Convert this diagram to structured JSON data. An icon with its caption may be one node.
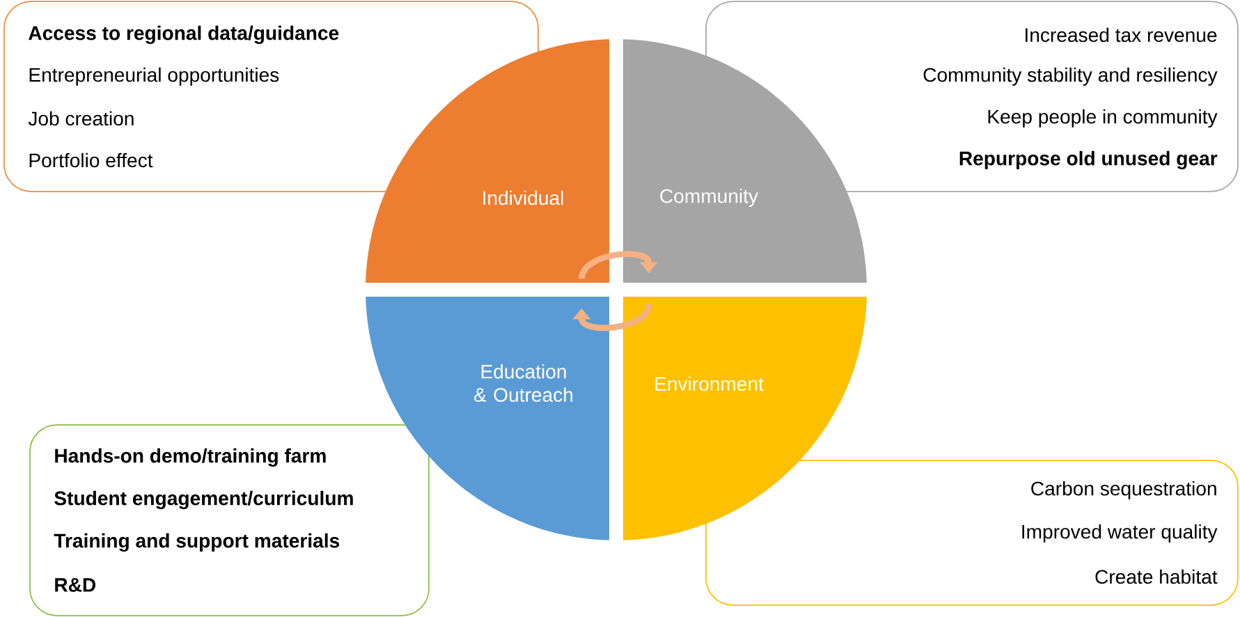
{
  "diagram": {
    "nodes": [
      {
        "text": [
          "**Access to regional data/guidance**",
          "Entrepreneurial opportunities",
          "Job creation",
          "Portfolio effect"
        ]
      },
      {
        "text": [
          "Increased tax revenue",
          "Community stability and resiliency",
          "Keep people in community",
          "**Repurpose old unused gear**"
        ]
      },
      {
        "text": [
          "Individual"
        ]
      },
      {
        "text": [
          "Community"
        ]
      },
      {
        "text": [
          "Education & Outreach"
        ]
      },
      {
        "text": [
          "Environment"
        ]
      },
      {
        "text": [
          "**Hands-on demo/training farm**",
          "**Student engagement/curriculum**",
          "**Training and support materials**",
          "**R&D**"
        ]
      },
      {
        "text": [
          "Carbon sequestration",
          "Improved water quality",
          "Create habitat"
        ]
      }
    ],
    "edges": [
      {
        "from": 2,
        "to": 3,
        "arrow": "to"
      },
      {
        "from": 5,
        "to": 4,
        "arrow": "to"
      }
    ]
  }
}
